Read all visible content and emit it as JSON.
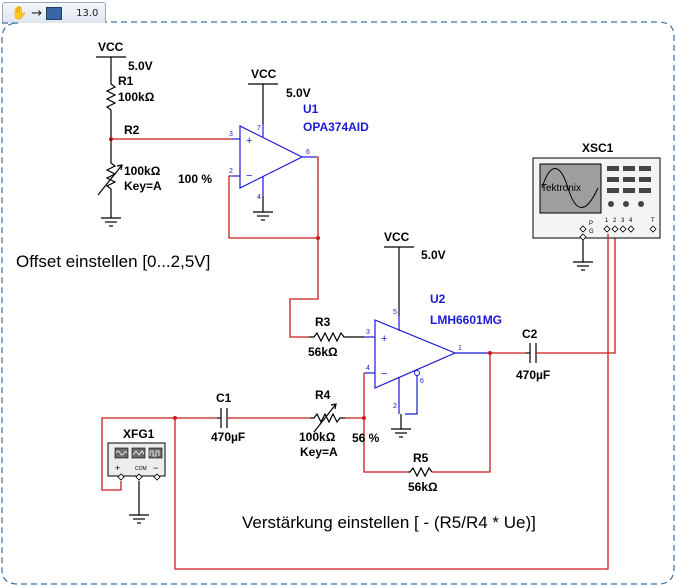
{
  "toolbar": {
    "zoom": "13.0",
    "icons": [
      "hand-icon",
      "arrow-icon",
      "simulation-icon"
    ]
  },
  "colors": {
    "wire": "#cc1b1b",
    "component_label": "#1a1ad6",
    "frame": "#3a6fa8"
  },
  "vcc_top": {
    "label": "VCC",
    "value": "5.0V"
  },
  "r1": {
    "name": "R1",
    "value": "100kΩ"
  },
  "r2": {
    "name": "R2",
    "value": "100kΩ",
    "key": "Key=A",
    "percent": "100 %"
  },
  "vcc_u1": {
    "label": "VCC",
    "value": "5.0V"
  },
  "u1": {
    "ref": "U1",
    "part": "OPA374AID",
    "pin_inp": "3",
    "pin_inn": "2",
    "pin_out": "6",
    "pin_vcc": "7",
    "pin_gnd": "4"
  },
  "note_offset": "Offset einstellen [0...2,5V]",
  "vcc_u2": {
    "label": "VCC",
    "value": "5.0V"
  },
  "u2": {
    "ref": "U2",
    "part": "LMH6601MG",
    "pin_inp": "3",
    "pin_inn": "4",
    "pin_out": "1",
    "pin_vcc": "5",
    "pin_gnd": "2",
    "pin_en": "6"
  },
  "r3": {
    "name": "R3",
    "value": "56kΩ"
  },
  "c2": {
    "name": "C2",
    "value": "470µF"
  },
  "xsc1": {
    "name": "XSC1",
    "screen_text": "Tektronix",
    "pins": [
      "P",
      "G",
      "1",
      "2",
      "3",
      "4",
      "T"
    ]
  },
  "c1": {
    "name": "C1",
    "value": "470µF"
  },
  "r4": {
    "name": "R4",
    "value": "100kΩ",
    "key": "Key=A",
    "percent": "56 %"
  },
  "r5": {
    "name": "R5",
    "value": "56kΩ"
  },
  "xfg1": {
    "name": "XFG1",
    "pins": [
      "+",
      "COM",
      "−"
    ]
  },
  "note_gain": "Verstärkung einstellen [ - (R5/R4 * Ue)]"
}
